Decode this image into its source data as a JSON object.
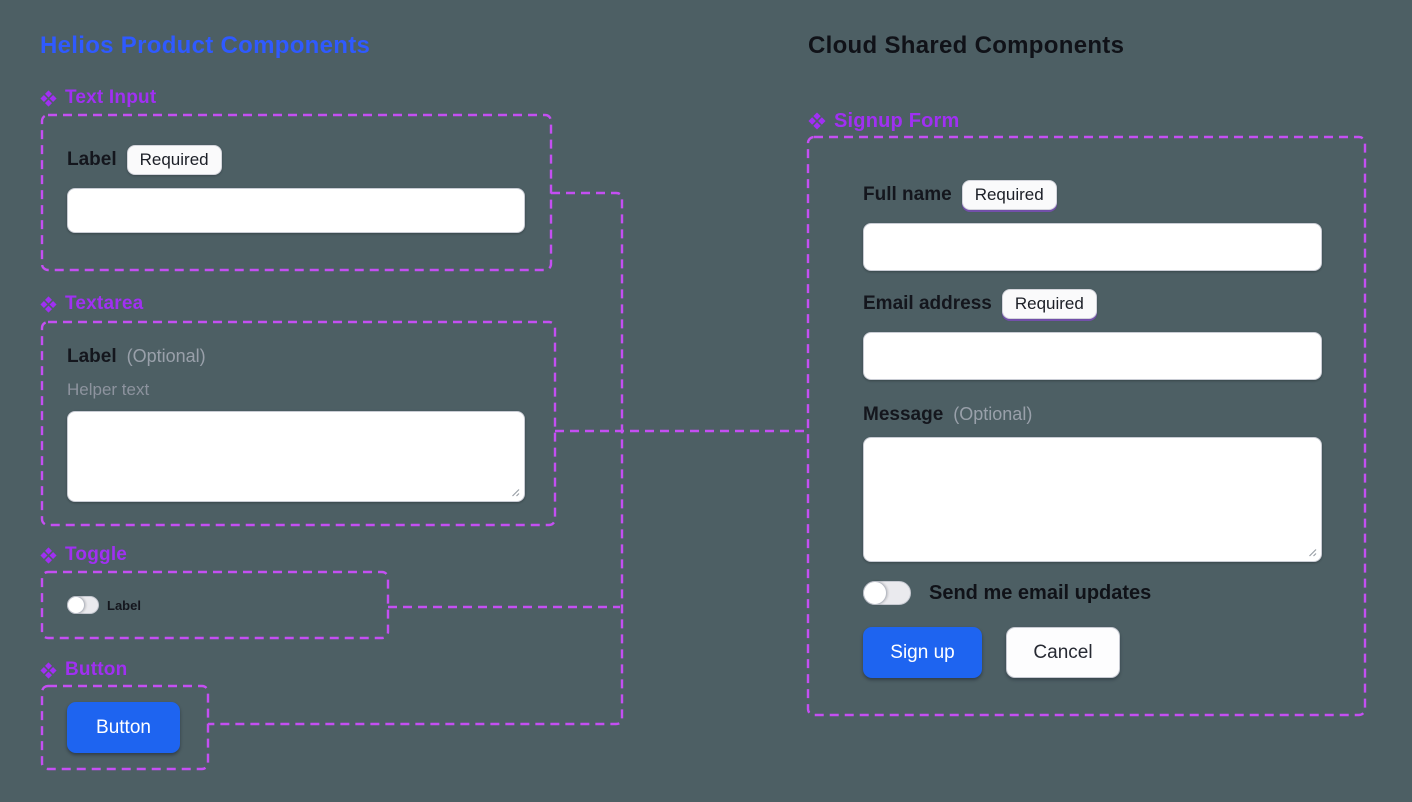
{
  "colors": {
    "background": "#4d5f64",
    "title_blue": "#2f5aff",
    "component_purple": "#a030f2",
    "connector_purple": "#c44ff2",
    "primary_button_blue": "#1e64f0"
  },
  "helios_panel": {
    "title": "Helios Product Components",
    "text_input_section": {
      "label": "Text Input",
      "field_label": "Label",
      "badge": "Required"
    },
    "textarea_section": {
      "label": "Textarea",
      "field_label": "Label",
      "optional_suffix": "(Optional)",
      "helper_text": "Helper text"
    },
    "toggle_section": {
      "label": "Toggle",
      "toggle_label": "Label"
    },
    "button_section": {
      "label": "Button",
      "button_label": "Button"
    }
  },
  "cloud_panel": {
    "title": "Cloud Shared Components",
    "signup_form": {
      "label": "Signup Form",
      "full_name": {
        "label": "Full name",
        "badge": "Required"
      },
      "email": {
        "label": "Email address",
        "badge": "Required"
      },
      "message": {
        "label": "Message",
        "optional_suffix": "(Optional)"
      },
      "toggle_label": "Send me email updates",
      "signup_button": "Sign up",
      "cancel_button": "Cancel"
    }
  }
}
